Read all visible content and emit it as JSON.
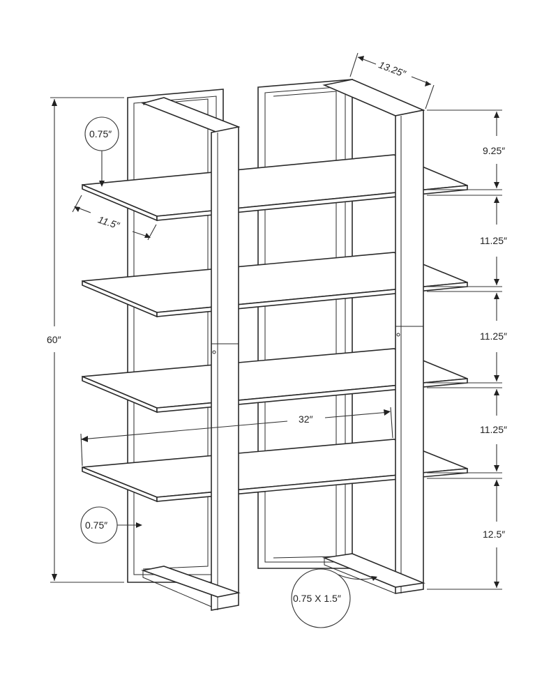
{
  "dimensions": {
    "depth": "13.25″",
    "top_gap": "9.25″",
    "gap_1": "11.25″",
    "gap_2": "11.25″",
    "gap_3": "11.25″",
    "bottom_gap": "12.5″",
    "height": "60″",
    "shelf_depth": "11.5″",
    "width": "32″",
    "shelf_thickness": "0.75″",
    "frame_thickness": "0.75″",
    "post_profile": "0.75 X 1.5″"
  }
}
